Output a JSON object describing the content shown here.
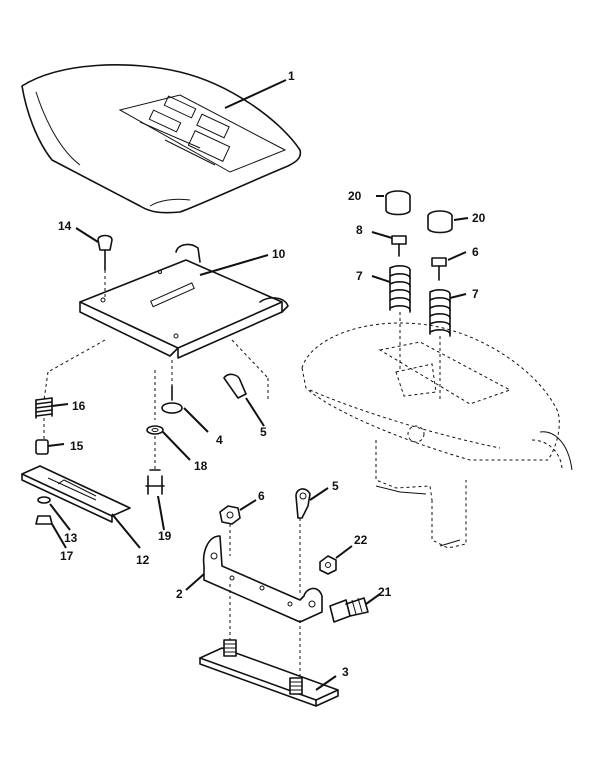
{
  "callouts": {
    "c1": "1",
    "c2": "2",
    "c3": "3",
    "c4": "4",
    "c5a": "5",
    "c5b": "5",
    "c6a": "6",
    "c6b": "6",
    "c7a": "7",
    "c7b": "7",
    "c8": "8",
    "c10": "10",
    "c12": "12",
    "c13": "13",
    "c14": "14",
    "c15": "15",
    "c16": "16",
    "c17": "17",
    "c18": "18",
    "c19": "19",
    "c20a": "20",
    "c20b": "20",
    "c21": "21",
    "c22": "22"
  }
}
